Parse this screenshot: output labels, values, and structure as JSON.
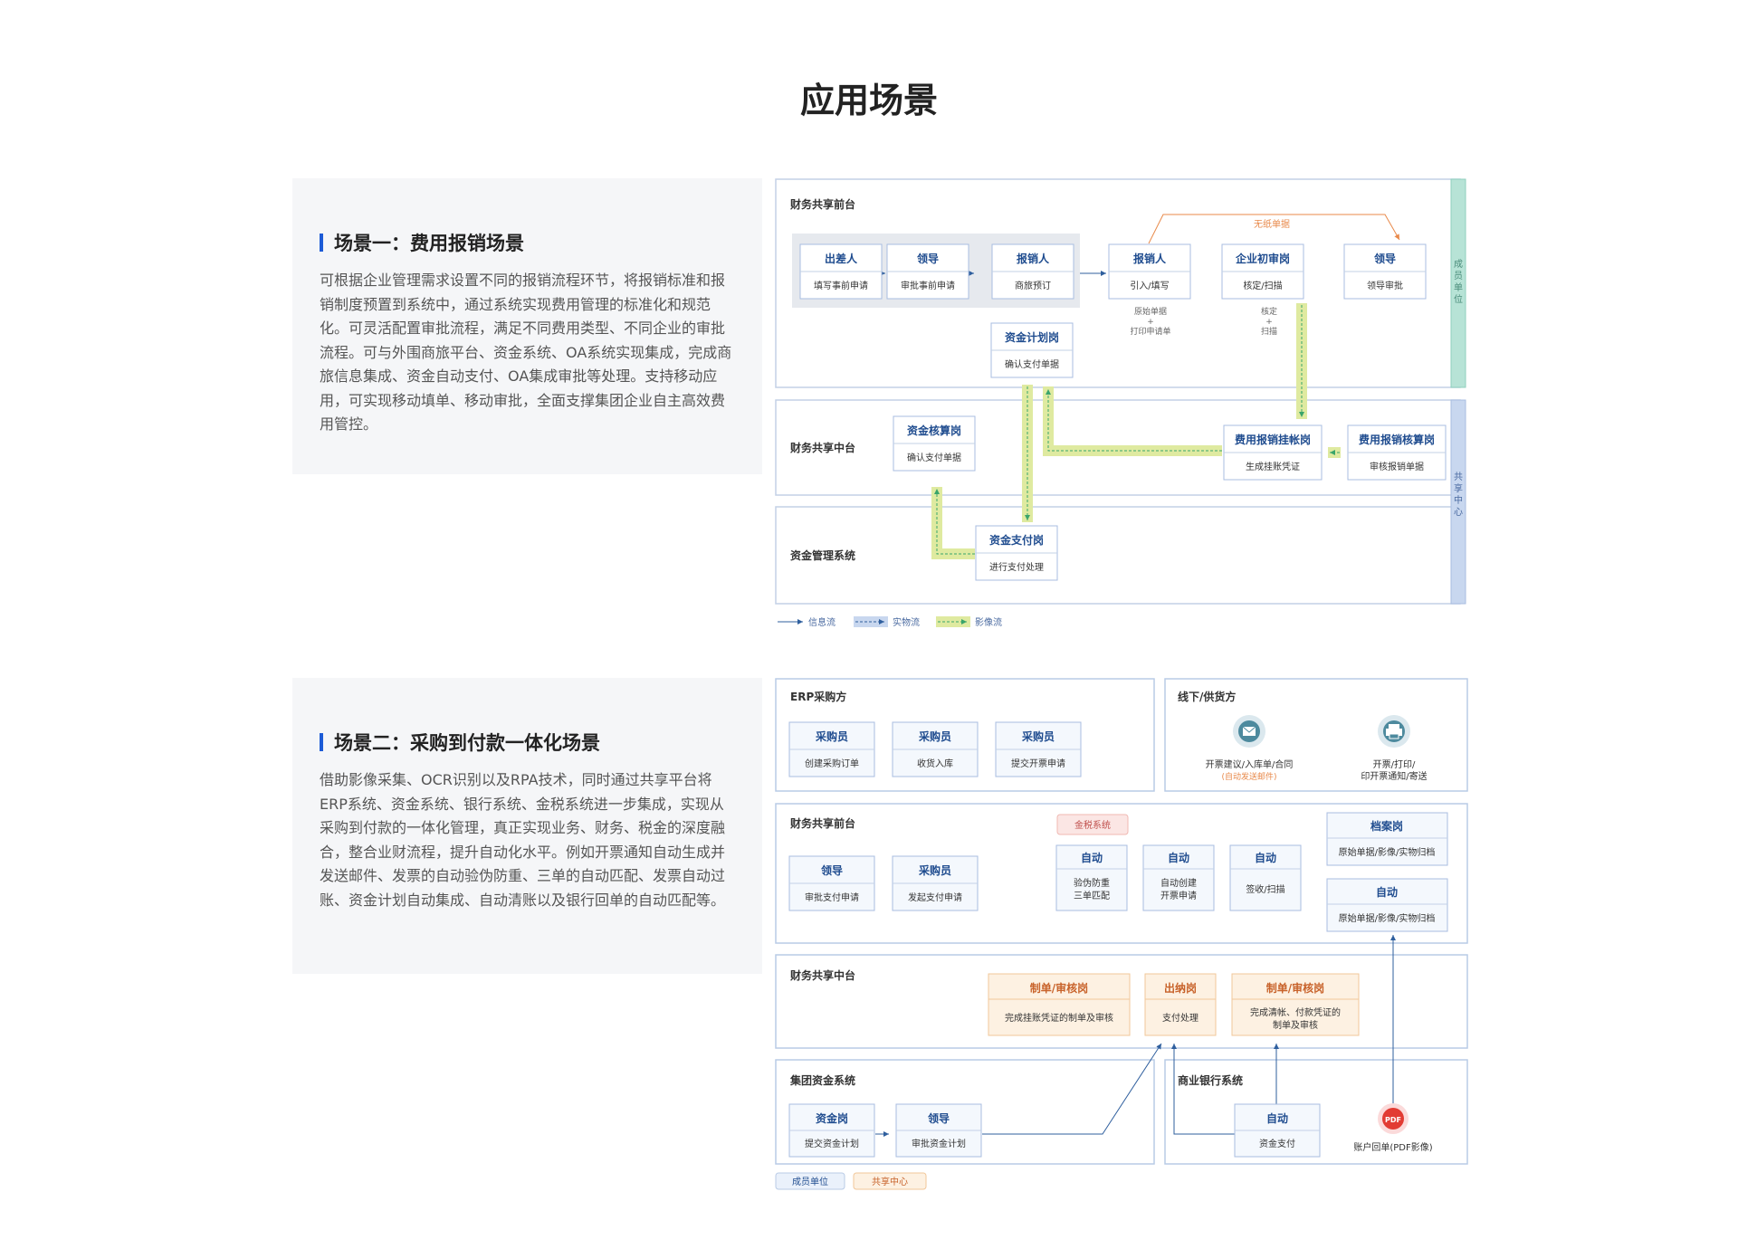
{
  "page_title": "应用场景",
  "scene1": {
    "title": "场景一：费用报销场景",
    "desc": "可根据企业管理需求设置不同的报销流程环节，将报销标准和报销制度预置到系统中，通过系统实现费用管理的标准化和规范化。可灵活配置审批流程，满足不同费用类型、不同企业的审批流程。可与外围商旅平台、资金系统、OA系统实现集成，完成商旅信息集成、资金自动支付、OA集成审批等处理。支持移动应用，可实现移动填单、移动审批，全面支撑集团企业自主高效费用管控。"
  },
  "scene2": {
    "title": "场景二：采购到付款一体化场景",
    "desc": "借助影像采集、OCR识别以及RPA技术，同时通过共享平台将ERP系统、资金系统、银行系统、金税系统进一步集成，实现从采购到付款的一体化管理，真正实现业务、财务、税金的深度融合，整合业财流程，提升自动化水平。例如开票通知自动生成并发送邮件、发票的自动验伪防重、三单的自动匹配、发票自动过账、资金计划自动集成、自动清账以及银行回单的自动匹配等。"
  },
  "d1": {
    "lane_front": "财务共享前台",
    "lane_mid": "财务共享中台",
    "lane_fund": "资金管理系统",
    "side_member": "成员单位",
    "side_shared": "共享中心",
    "paperless": "无纸单据",
    "note1": "原始单据",
    "note1_plus": "+",
    "note1_b": "打印申请单",
    "note2": "核定",
    "note2_plus": "+",
    "note2_b": "扫描",
    "boxes": {
      "b1": {
        "t": "出差人",
        "s": "填写事前申请"
      },
      "b2": {
        "t": "领导",
        "s": "审批事前申请"
      },
      "b3": {
        "t": "报销人",
        "s": "商旅预订"
      },
      "b4": {
        "t": "报销人",
        "s": "引入/填写"
      },
      "b5": {
        "t": "企业初审岗",
        "s": "核定/扫描"
      },
      "b6": {
        "t": "领导",
        "s": "领导审批"
      },
      "b7": {
        "t": "资金计划岗",
        "s": "确认支付单据"
      },
      "b8": {
        "t": "资金核算岗",
        "s": "确认支付单据"
      },
      "b9": {
        "t": "费用报销挂帐岗",
        "s": "生成挂账凭证"
      },
      "b10": {
        "t": "费用报销核算岗",
        "s": "审核报销单据"
      },
      "b11": {
        "t": "资金支付岗",
        "s": "进行支付处理"
      }
    },
    "legend": {
      "info": "信息流",
      "physical": "实物流",
      "image": "影像流"
    }
  },
  "d2": {
    "erp": "ERP采购方",
    "supplier": "线下/供货方",
    "front": "财务共享前台",
    "mid": "财务共享中台",
    "group_fund": "集团资金系统",
    "bank": "商业银行系统",
    "tax": "金税系统",
    "mail_label": "开票建议/入库单/合同",
    "mail_sub": "(自动发送邮件)",
    "print_label_a": "开票/打印/",
    "print_label_b": "印开票通知/寄送",
    "pdf_label": "账户回单(PDF影像)",
    "pdf_icon_text": "PDF",
    "boxes": {
      "p1": {
        "t": "采购员",
        "s": "创建采购订单"
      },
      "p2": {
        "t": "采购员",
        "s": "收货入库"
      },
      "p3": {
        "t": "采购员",
        "s": "提交开票申请"
      },
      "f1": {
        "t": "领导",
        "s": "审批支付申请"
      },
      "f2": {
        "t": "采购员",
        "s": "发起支付申请"
      },
      "a1": {
        "t": "自动",
        "s1": "验伪防重",
        "s2": "三单匹配"
      },
      "a2": {
        "t": "自动",
        "s1": "自动创建",
        "s2": "开票申请"
      },
      "a3": {
        "t": "自动",
        "s": "签收/扫描"
      },
      "r1": {
        "t": "档案岗",
        "s": "原始单据/影像/实物归档"
      },
      "r2": {
        "t": "自动",
        "s": "原始单据/影像/实物归档"
      },
      "m1": {
        "t": "制单/审核岗",
        "s": "完成挂账凭证的制单及审核"
      },
      "m2": {
        "t": "出纳岗",
        "s": "支付处理"
      },
      "m3": {
        "t": "制单/审核岗",
        "s1": "完成清帐、付款凭证的",
        "s2": "制单及审核"
      },
      "g1": {
        "t": "资金岗",
        "s": "提交资金计划"
      },
      "g2": {
        "t": "领导",
        "s": "审批资金计划"
      },
      "k1": {
        "t": "自动",
        "s": "资金支付"
      }
    },
    "legend": {
      "member": "成员单位",
      "shared": "共享中心"
    }
  }
}
